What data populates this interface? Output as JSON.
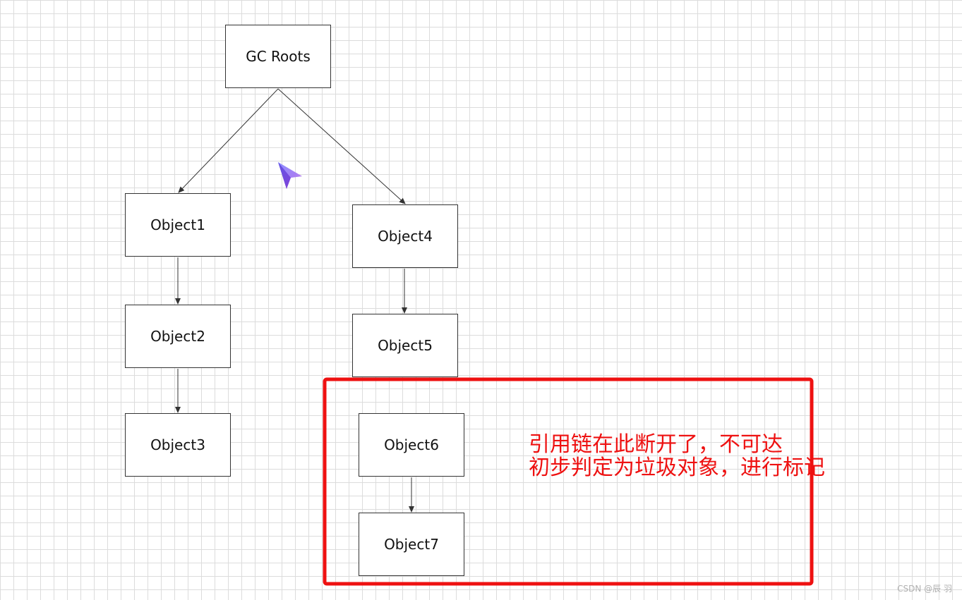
{
  "nodes": {
    "gc_roots": "GC Roots",
    "object1": "Object1",
    "object2": "Object2",
    "object3": "Object3",
    "object4": "Object4",
    "object5": "Object5",
    "object6": "Object6",
    "object7": "Object7"
  },
  "annotation": {
    "line1": "引用链在此断开了，不可达",
    "line2": "初步判定为垃圾对象，进行标记"
  },
  "watermark": "CSDN @辰 羽",
  "colors": {
    "highlight_border": "#ee1111",
    "annotation_text": "#ee1111",
    "node_border": "#333333",
    "grid": "#dcdcdc"
  },
  "icons": [
    "paper-plane-cursor-icon"
  ]
}
